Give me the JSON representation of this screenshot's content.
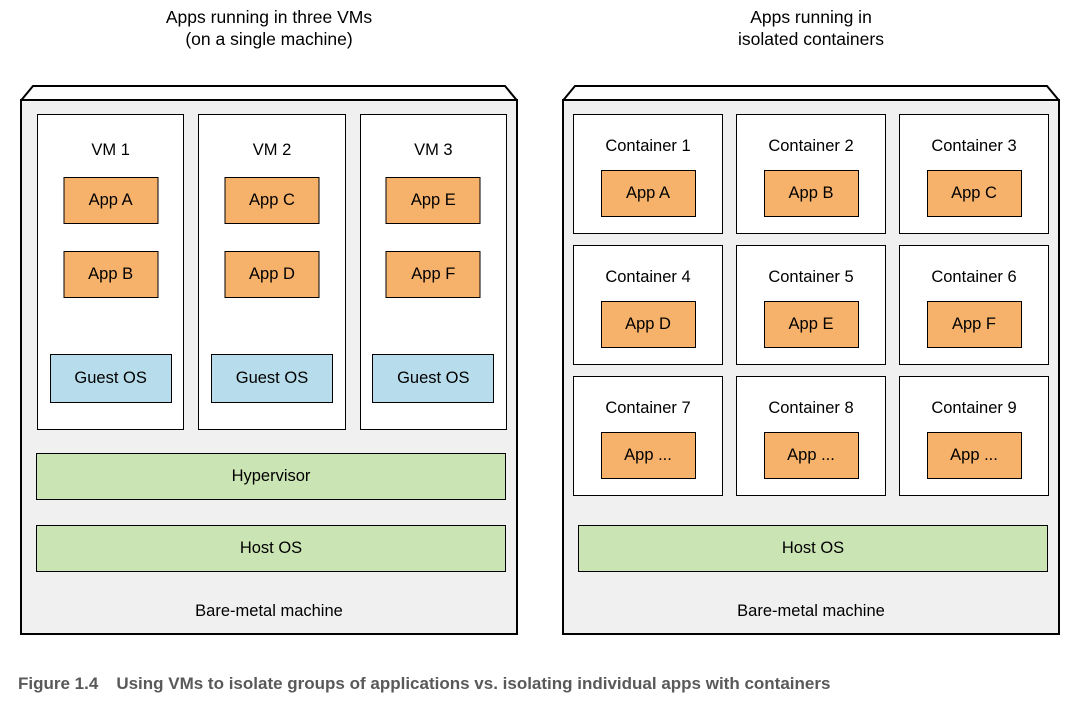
{
  "colors": {
    "app": "#f6b26b",
    "guest_os": "#b7dceb",
    "layer": "#cbe4b4",
    "machine": "#f0f0f0",
    "lid": "#fdfdfd",
    "border": "#000000",
    "caption": "#595959"
  },
  "left_panel": {
    "title_line1": "Apps running in three VMs",
    "title_line2": "(on a single machine)",
    "vms": [
      {
        "label": "VM 1",
        "apps": [
          "App A",
          "App B"
        ],
        "os": "Guest OS"
      },
      {
        "label": "VM 2",
        "apps": [
          "App C",
          "App D"
        ],
        "os": "Guest OS"
      },
      {
        "label": "VM 3",
        "apps": [
          "App E",
          "App F"
        ],
        "os": "Guest OS"
      }
    ],
    "hypervisor": "Hypervisor",
    "host_os": "Host OS",
    "base": "Bare-metal machine"
  },
  "right_panel": {
    "title_line1": "Apps running in",
    "title_line2": "isolated containers",
    "containers": [
      {
        "label": "Container 1",
        "app": "App A"
      },
      {
        "label": "Container 2",
        "app": "App B"
      },
      {
        "label": "Container 3",
        "app": "App C"
      },
      {
        "label": "Container 4",
        "app": "App D"
      },
      {
        "label": "Container 5",
        "app": "App E"
      },
      {
        "label": "Container 6",
        "app": "App F"
      },
      {
        "label": "Container 7",
        "app": "App ..."
      },
      {
        "label": "Container 8",
        "app": "App ..."
      },
      {
        "label": "Container 9",
        "app": "App ..."
      }
    ],
    "host_os": "Host OS",
    "base": "Bare-metal machine"
  },
  "caption": {
    "label": "Figure 1.4",
    "text": "Using VMs to isolate groups of applications vs. isolating individual apps with containers"
  }
}
